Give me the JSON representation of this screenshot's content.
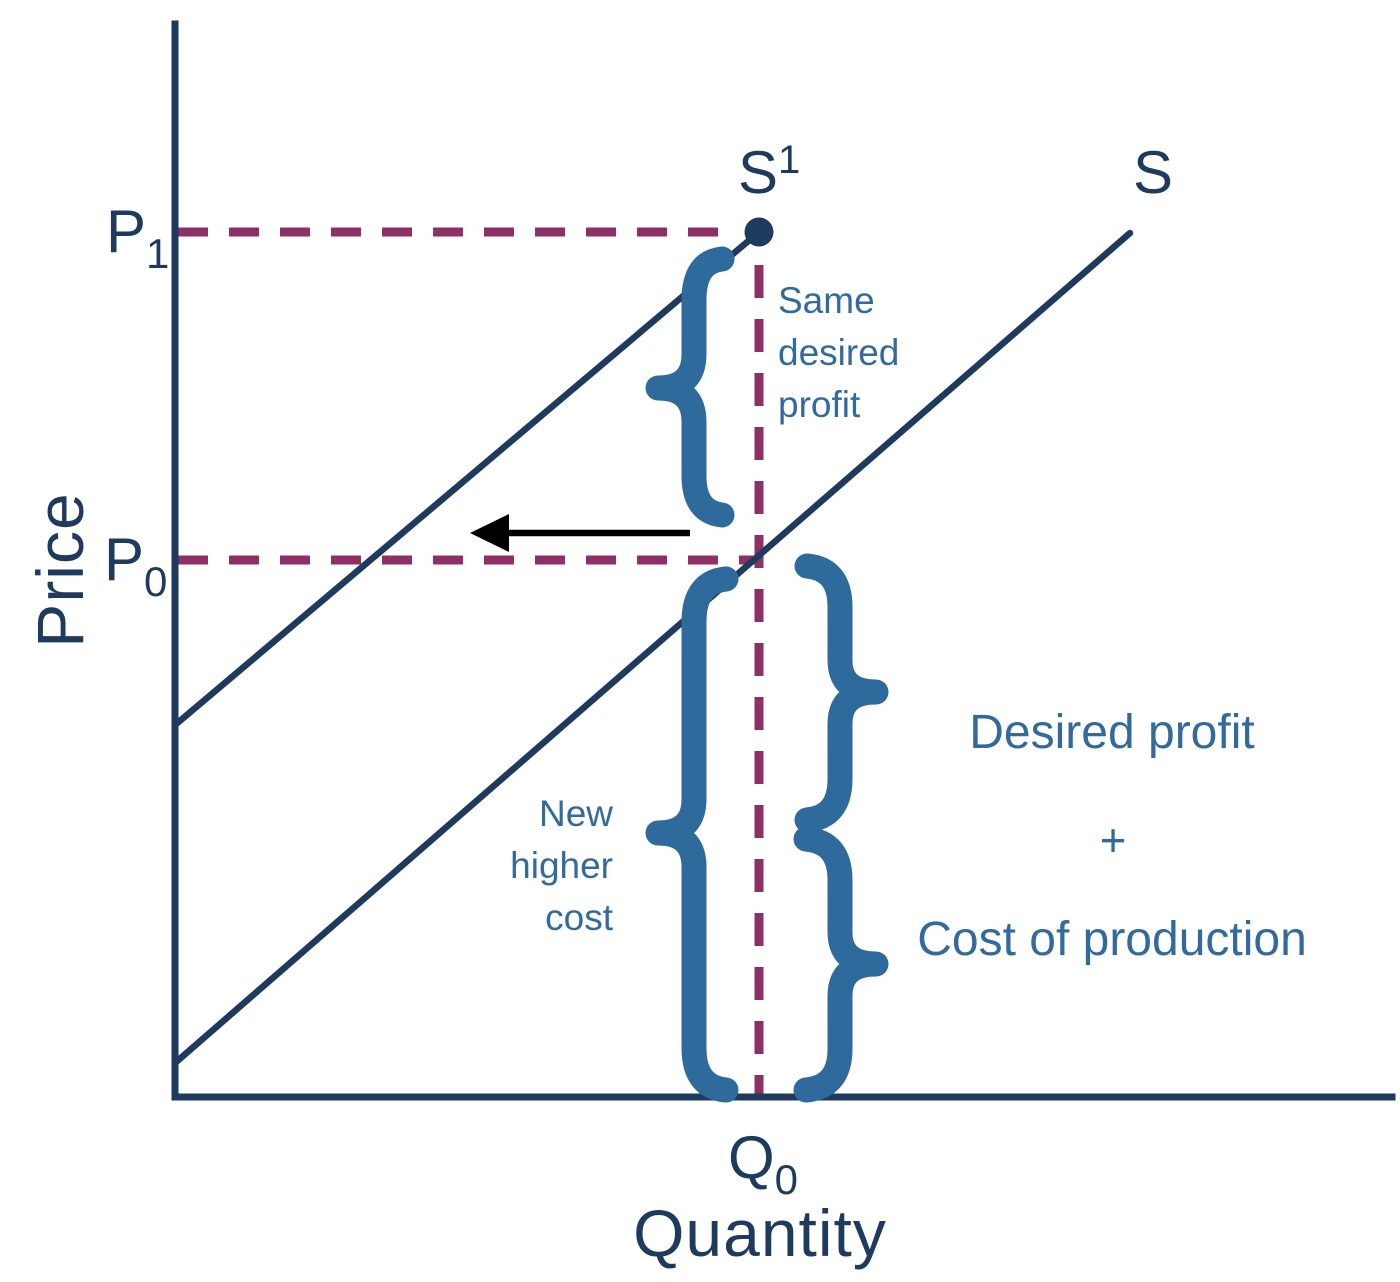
{
  "figure": {
    "description": "Cost-push / markup pricing supply diagram: supply curve shifts left from S to S1 after a cost increase, raising price from P0 to P1 at quantity Q0",
    "colors": {
      "axis_navy": "#1e3a5f",
      "annotation_blue": "#336a9e",
      "brace_blue": "#2e6b9c",
      "guide_magenta": "#8e2f66",
      "arrow_black": "#000000",
      "background": "#ffffff"
    }
  },
  "axes": {
    "y_title": "Price",
    "x_title": "Quantity"
  },
  "labels": {
    "p1": {
      "main": "P",
      "sub": "1"
    },
    "p0": {
      "main": "P",
      "sub": "0"
    },
    "q0": {
      "main": "Q",
      "sub": "0"
    },
    "s_shifted": {
      "main": "S",
      "sup": "1"
    },
    "s": "S"
  },
  "annotations": {
    "same_desired_profit": [
      "Same",
      "desired",
      "profit"
    ],
    "new_higher_cost": [
      "New",
      "higher",
      "cost"
    ],
    "desired_profit": "Desired profit",
    "plus": "+",
    "cost_of_production": "Cost of production"
  },
  "chart_data": {
    "type": "line",
    "title": "",
    "xlabel": "Quantity",
    "ylabel": "Price",
    "axes_numeric_labels": false,
    "x_range": [
      0,
      100
    ],
    "y_range": [
      0,
      100
    ],
    "series": [
      {
        "name": "S",
        "points": [
          [
            0,
            3
          ],
          [
            79,
            81
          ]
        ],
        "style": "solid navy"
      },
      {
        "name": "S1",
        "points": [
          [
            0,
            35
          ],
          [
            48,
            81
          ]
        ],
        "style": "solid navy",
        "end_marker": "dot at (Q0, P1)"
      }
    ],
    "reference_values": {
      "P1": 81,
      "P0": 50,
      "Q0": 48
    },
    "guide_lines": [
      {
        "name": "P1 level",
        "style": "dashed",
        "from": [
          0,
          81
        ],
        "to": [
          46,
          81
        ]
      },
      {
        "name": "P0 level",
        "style": "dashed",
        "from": [
          0,
          50
        ],
        "to": [
          48,
          50
        ]
      },
      {
        "name": "Q0 vertical",
        "style": "dashed",
        "from": [
          48,
          0
        ],
        "to": [
          48,
          79
        ]
      }
    ],
    "shift_arrow": {
      "direction": "left",
      "from": [
        42,
        53
      ],
      "to": [
        24,
        53
      ]
    },
    "braces": [
      {
        "label": "Same desired profit",
        "side": "left of Q0 line",
        "from_y": 50,
        "to_y": 78
      },
      {
        "label": "New higher cost",
        "side": "left of Q0 line",
        "from_y": 0,
        "to_y": 48
      },
      {
        "label": "Desired profit",
        "side": "right of Q0 line",
        "from_y": 26,
        "to_y": 50
      },
      {
        "label": "Cost of production",
        "side": "right of Q0 line",
        "from_y": 0,
        "to_y": 24
      }
    ],
    "legend": "none",
    "grid": false
  }
}
